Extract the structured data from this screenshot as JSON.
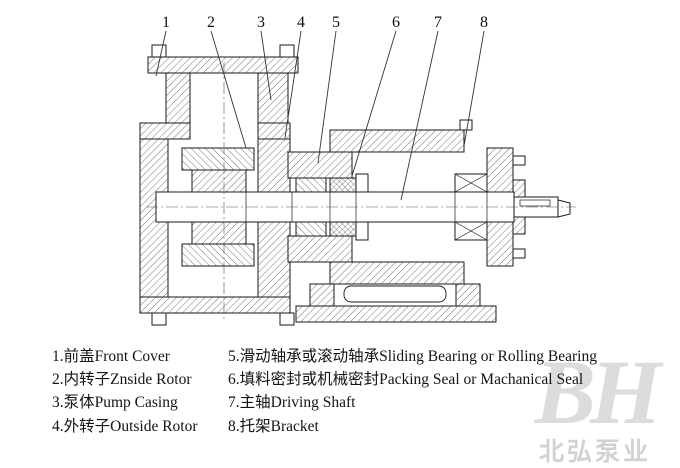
{
  "callouts": [
    {
      "n": "1"
    },
    {
      "n": "2"
    },
    {
      "n": "3"
    },
    {
      "n": "4"
    },
    {
      "n": "5"
    },
    {
      "n": "6"
    },
    {
      "n": "7"
    },
    {
      "n": "8"
    }
  ],
  "legend": {
    "left": [
      {
        "text": "1.前盖Front Cover"
      },
      {
        "text": "2.内转子Znside Rotor"
      },
      {
        "text": "3.泵体Pump Casing"
      },
      {
        "text": "4.外转子Outside Rotor"
      }
    ],
    "right": [
      {
        "text": "5.滑动轴承或滚动轴承Sliding Bearing or Rolling Bearing"
      },
      {
        "text": "6.填料密封或机械密封Packing Seal or Machanical Seal"
      },
      {
        "text": "7.主轴Driving Shaft"
      },
      {
        "text": "8.托架Bracket"
      }
    ]
  },
  "watermark": {
    "logo": "BH",
    "text": "北弘泵业"
  },
  "colors": {
    "line": "#1a1a1a",
    "watermark": "#d8d8d8",
    "background": "#ffffff"
  }
}
